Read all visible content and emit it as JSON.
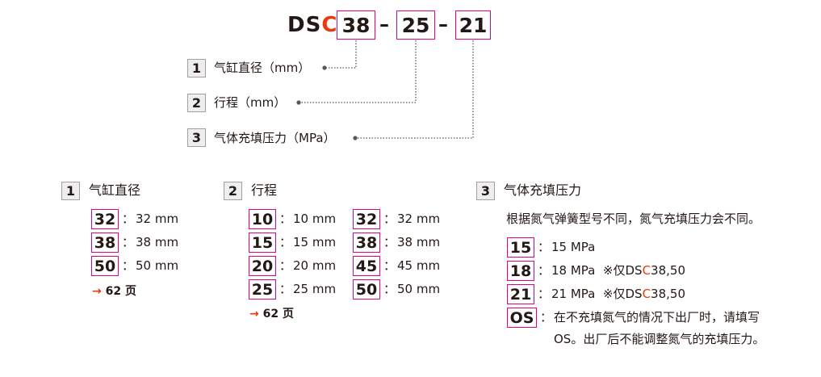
{
  "model": {
    "prefix_main": "DS",
    "prefix_accent": "C",
    "codes": [
      "38",
      "25",
      "21"
    ],
    "separator": "–"
  },
  "legend": [
    {
      "num": "1",
      "label": "气缸直径（mm）"
    },
    {
      "num": "2",
      "label": "行程（mm）"
    },
    {
      "num": "3",
      "label": "气体充填压力（MPa）"
    }
  ],
  "sections": {
    "bore": {
      "num": "1",
      "title": "气缸直径",
      "items": [
        {
          "code": "32",
          "value": "32 mm"
        },
        {
          "code": "38",
          "value": "38 mm"
        },
        {
          "code": "50",
          "value": "50 mm"
        }
      ],
      "page_ref": {
        "arrow": "→",
        "page": "62",
        "unit": "页"
      }
    },
    "stroke": {
      "num": "2",
      "title": "行程",
      "items_left": [
        {
          "code": "10",
          "value": "10 mm"
        },
        {
          "code": "15",
          "value": "15 mm"
        },
        {
          "code": "20",
          "value": "20 mm"
        },
        {
          "code": "25",
          "value": "25 mm"
        }
      ],
      "items_right": [
        {
          "code": "32",
          "value": "32 mm"
        },
        {
          "code": "38",
          "value": "38 mm"
        },
        {
          "code": "45",
          "value": "45 mm"
        },
        {
          "code": "50",
          "value": "50 mm"
        }
      ],
      "page_ref": {
        "arrow": "→",
        "page": "62",
        "unit": "页"
      }
    },
    "pressure": {
      "num": "3",
      "title": "气体充填压力",
      "intro": "根据氮气弹簧型号不同，氮气充填压力会不同。",
      "items": [
        {
          "code": "15",
          "value": "15 MPa",
          "note_pre": "",
          "note_accent": "",
          "note_post": ""
        },
        {
          "code": "18",
          "value": "18 MPa",
          "note_pre": "※仅DS",
          "note_accent": "C",
          "note_post": "38,50"
        },
        {
          "code": "21",
          "value": "21 MPa",
          "note_pre": "※仅DS",
          "note_accent": "C",
          "note_post": "38,50"
        }
      ],
      "os": {
        "code": "OS",
        "line1": "在不充填氮气的情况下出厂时，请填写",
        "line2": "OS。出厂后不能调整氮气的充填压力。"
      }
    }
  },
  "colon": "：",
  "colors": {
    "accent_red": "#e8380d",
    "box_border": "#e4007f",
    "text": "#231815"
  }
}
